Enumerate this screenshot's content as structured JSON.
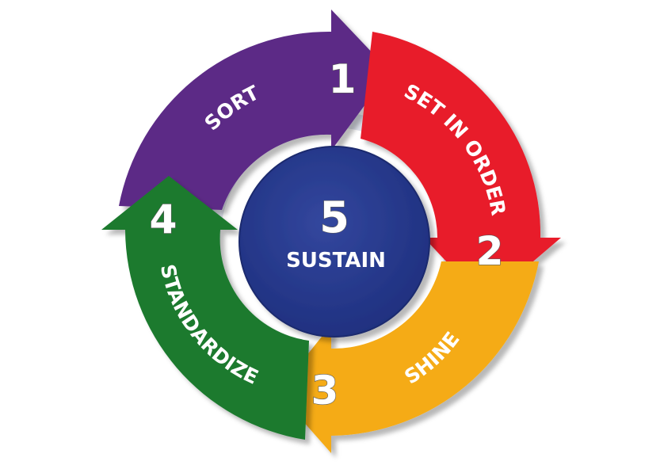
{
  "steps": [
    {
      "number": "1",
      "label": "SORT",
      "color": "#5b2a86"
    },
    {
      "number": "2",
      "label": "SET IN ORDER",
      "color": "#e81c2b"
    },
    {
      "number": "3",
      "label": "SHINE",
      "color": "#f5ab15"
    },
    {
      "number": "4",
      "label": "STANDARDIZE",
      "color": "#1b7a2e"
    }
  ],
  "center": {
    "number": "5",
    "label": "SUSTAIN",
    "color": "#283b8f"
  }
}
